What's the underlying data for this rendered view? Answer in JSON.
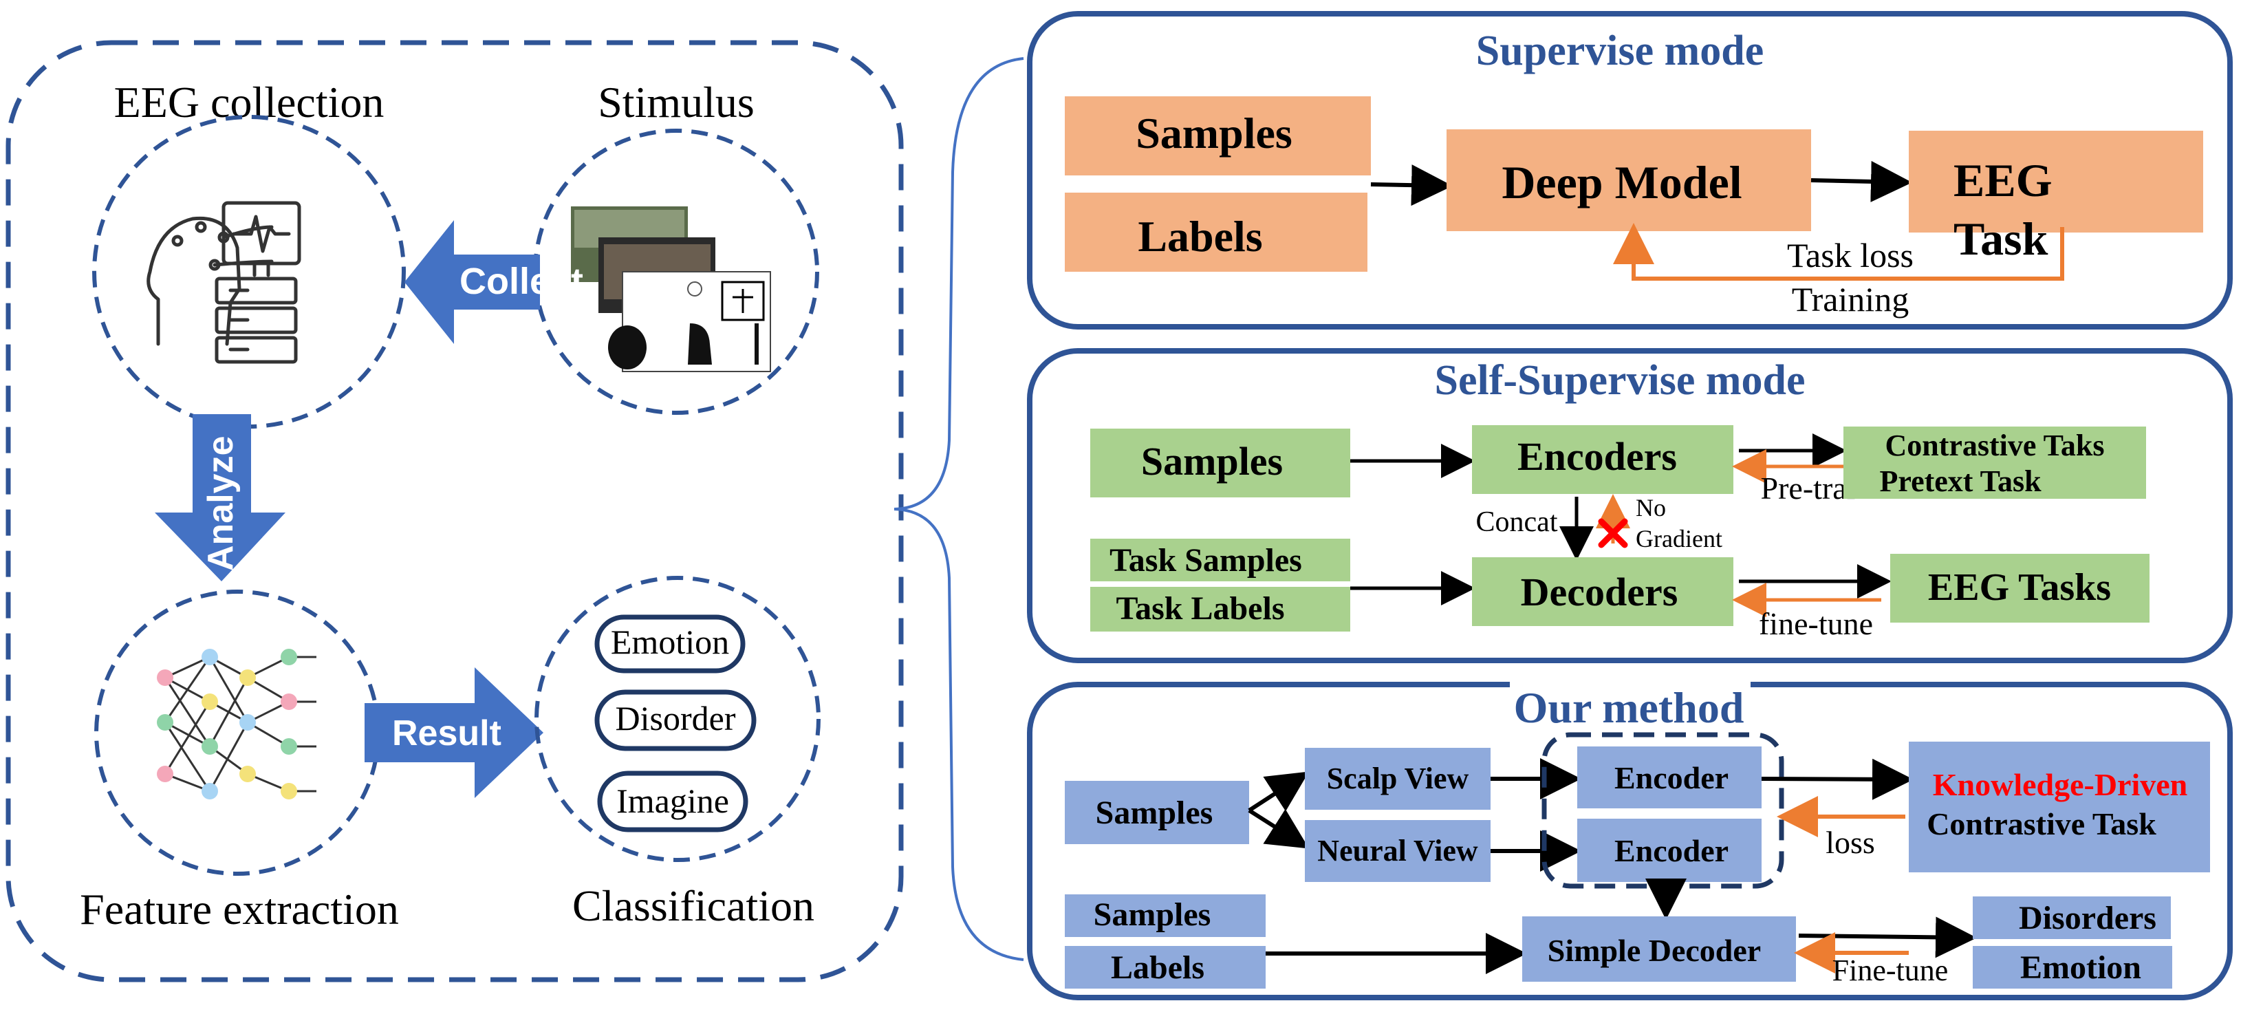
{
  "left_panel": {
    "eeg_collection": "EEG collection",
    "stimulus": "Stimulus",
    "collect": "Collect",
    "analyze": "Analyze",
    "result": "Result",
    "feature_extraction": "Feature extraction",
    "classification": "Classification",
    "classes": [
      "Emotion",
      "Disorder",
      "Imagine"
    ]
  },
  "supervise": {
    "title": "Supervise mode",
    "samples": "Samples",
    "labels": "Labels",
    "model": "Deep Model",
    "task_line1": "EEG",
    "task_line2": "Task",
    "task_loss": "Task loss",
    "training": "Training"
  },
  "self_supervise": {
    "title": "Self-Supervise mode",
    "samples": "Samples",
    "encoders": "Encoders",
    "contrastive": "Contrastive Taks",
    "pretext": "Pretext Task",
    "pretrain": "Pre-train",
    "concat": "Concat",
    "no": "No",
    "gradient": "Gradient",
    "task_samples": "Task Samples",
    "task_labels": "Task Labels",
    "decoders": "Decoders",
    "eeg_tasks": "EEG Tasks",
    "finetune": "fine-tune"
  },
  "our_method": {
    "title": "Our method",
    "samples": "Samples",
    "scalp_view": "Scalp View",
    "neural_view": "Neural View",
    "encoder_top": "Encoder",
    "encoder_bottom": "Encoder",
    "knowledge_driven": "Knowledge-Driven",
    "contrastive_task": "Contrastive Task",
    "loss": "loss",
    "samples2": "Samples",
    "labels": "Labels",
    "simple_decoder": "Simple Decoder",
    "finetune": "Fine-tune",
    "disorders": "Disorders",
    "emotion": "Emotion"
  },
  "colors": {
    "navy": "#2f5496",
    "peach": "#f4b183",
    "green": "#a9d18e",
    "blue_box": "#8faadc",
    "blue_arrow": "#4472c4",
    "orange": "#ed7d31",
    "red": "#ff0000"
  }
}
